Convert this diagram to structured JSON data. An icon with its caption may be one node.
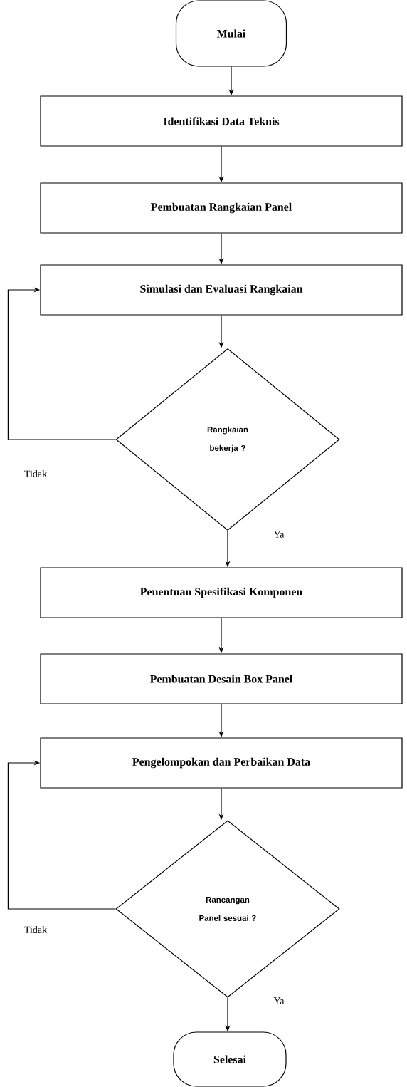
{
  "diagram": {
    "nodes": [
      {
        "text": [
          "Mulai"
        ]
      },
      {
        "text": [
          "Identifikasi Data Teknis"
        ]
      },
      {
        "text": [
          "Pembuatan Rangkaian Panel"
        ]
      },
      {
        "text": [
          "Simulasi dan Evaluasi Rangkaian"
        ]
      },
      {
        "text": [
          "Rangkaian bekerja ?"
        ]
      },
      {
        "text": [
          "Penentuan Spesifikasi Komponen"
        ]
      },
      {
        "text": [
          "Pembuatan Desain Box Panel"
        ]
      },
      {
        "text": [
          "Pengelompokan dan Perbaikan Data"
        ]
      },
      {
        "text": [
          "Rancangan Panel sesuai ?"
        ]
      },
      {
        "text": [
          "Selesai"
        ]
      }
    ],
    "edges": [
      {
        "from": 0,
        "to": 1,
        "arrow": "to"
      },
      {
        "from": 1,
        "to": 2,
        "arrow": "to"
      },
      {
        "from": 2,
        "to": 3,
        "arrow": "to"
      },
      {
        "from": 3,
        "to": 4,
        "arrow": "to"
      },
      {
        "from": 4,
        "to": 3,
        "arrow": "to",
        "label": "Tidak"
      },
      {
        "from": 4,
        "to": 5,
        "arrow": "to",
        "label": "Ya"
      },
      {
        "from": 5,
        "to": 6,
        "arrow": "to"
      },
      {
        "from": 6,
        "to": 7,
        "arrow": "to"
      },
      {
        "from": 7,
        "to": 8,
        "arrow": "to"
      },
      {
        "from": 8,
        "to": 7,
        "arrow": "to",
        "label": "Tidak"
      },
      {
        "from": 8,
        "to": 9,
        "arrow": "to",
        "label": "Ya"
      }
    ]
  }
}
